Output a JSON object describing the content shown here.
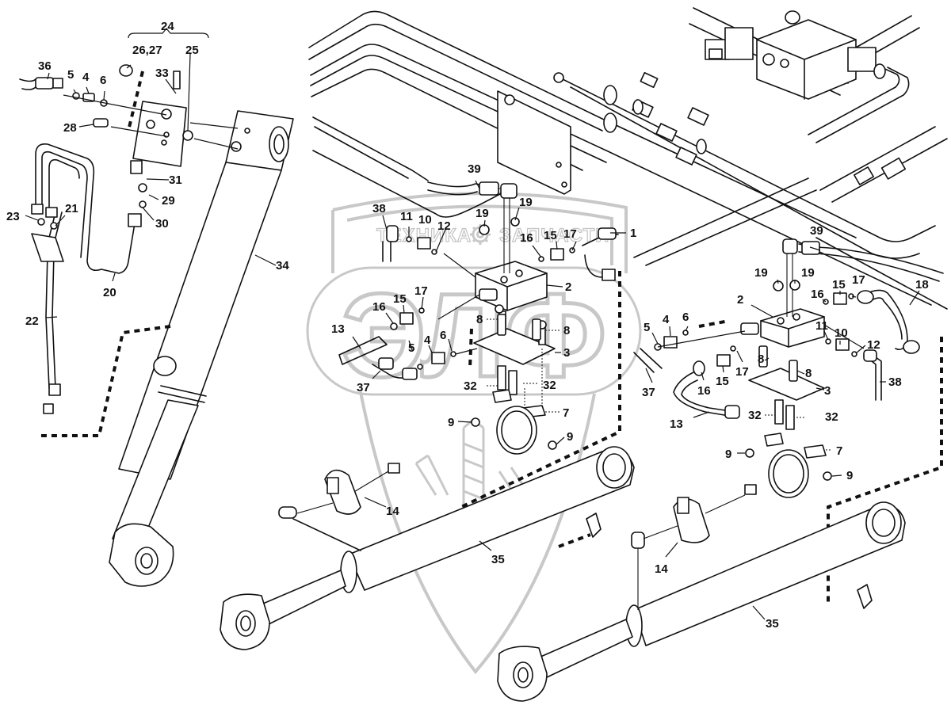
{
  "diagram": {
    "title": "Hydraulic cylinders and valve block assembly — exploded parts view",
    "watermark": {
      "brand_left": "ТЕХНИКА",
      "brand_right": "ЗАПЧАСТИ",
      "gear_icon": "gear-icon",
      "monogram": "ЭЛФ",
      "color": "#c8c8c8"
    },
    "line_color": "#111111",
    "background": "#ffffff"
  },
  "callouts": {
    "c24": "24",
    "c26_27": "26,27",
    "c25": "25",
    "c36": "36",
    "c5a": "5",
    "c4a": "4",
    "c6a": "6",
    "c33": "33",
    "c28": "28",
    "c31": "31",
    "c29": "29",
    "c30": "30",
    "c23": "23",
    "c21": "21",
    "c20": "20",
    "c22": "22",
    "c34": "34",
    "c39a": "39",
    "c38a": "38",
    "c11a": "11",
    "c10a": "10",
    "c19a": "19",
    "c19b": "19",
    "c12a": "12",
    "c16a": "16",
    "c15a": "15",
    "c17a": "17",
    "c1": "1",
    "c2a": "2",
    "c17b": "17",
    "c15b": "15",
    "c16b": "16",
    "c13a": "13",
    "c8a": "8",
    "c8b": "8",
    "c3a": "3",
    "c5b": "5",
    "c4b": "4",
    "c6b": "6",
    "c37a": "37",
    "c32a": "32",
    "c32b": "32",
    "c7a": "7",
    "c9a": "9",
    "c9b": "9",
    "c14a": "14",
    "c35a": "35",
    "c39b": "39",
    "c19c": "19",
    "c19d": "19",
    "c18": "18",
    "c2b": "2",
    "c16c": "16",
    "c15c": "15",
    "c17c": "17",
    "c5c": "5",
    "c4c": "4",
    "c6c": "6",
    "c11b": "11",
    "c10b": "10",
    "c12b": "12",
    "c8c": "8",
    "c8d": "8",
    "c3b": "3",
    "c37b": "37",
    "c16d": "16",
    "c15d": "15",
    "c17d": "17",
    "c38b": "38",
    "c13b": "13",
    "c32c": "32",
    "c32d": "32",
    "c7b": "7",
    "c9c": "9",
    "c9d": "9",
    "c14b": "14",
    "c35b": "35"
  }
}
